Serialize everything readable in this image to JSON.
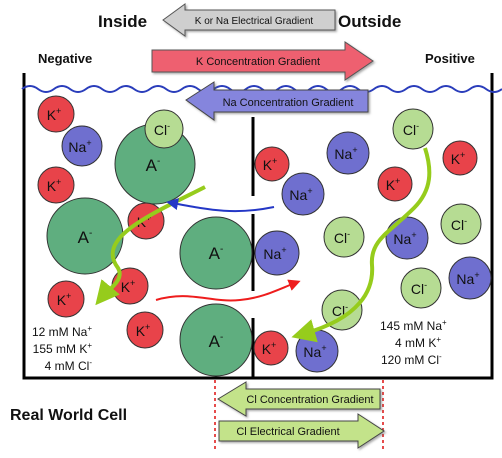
{
  "labels": {
    "inside": "Inside",
    "outside": "Outside",
    "negative": "Negative",
    "positive": "Positive",
    "real_world_cell": "Real World Cell"
  },
  "gradients": {
    "k_na_electrical": "K or Na Electrical Gradient",
    "k_concentration": "K Concentration Gradient",
    "na_concentration": "Na Concentration Gradient",
    "cl_concentration": "Cl Concentration Gradient",
    "cl_electrical": "Cl Electrical Gradient"
  },
  "ions": {
    "k": "K",
    "na": "Na",
    "cl": "Cl",
    "a": "A",
    "plus": "+",
    "minus": "-"
  },
  "inside_concentrations": {
    "na": "12 mM Na",
    "k": "155 mM K",
    "cl": "4 mM Cl"
  },
  "outside_concentrations": {
    "na": "145 mM Na",
    "k": "4 mM K",
    "cl": "120 mM Cl"
  },
  "colors": {
    "k_fill": "#e8434a",
    "na_fill": "#6f6fcf",
    "cl_fill": "#b6dc93",
    "a_fill": "#5fae7f",
    "water": "#2a3dbb",
    "flow_green": "#96cc1c",
    "flow_blue": "#2437c6",
    "flow_red": "#ee1d1d",
    "arrow_grey": "#cfcfcf",
    "arrow_red": "#ee6070",
    "arrow_blue": "#8585dd",
    "arrow_green": "#c3e38a",
    "dashed_red": "#dd1111"
  }
}
